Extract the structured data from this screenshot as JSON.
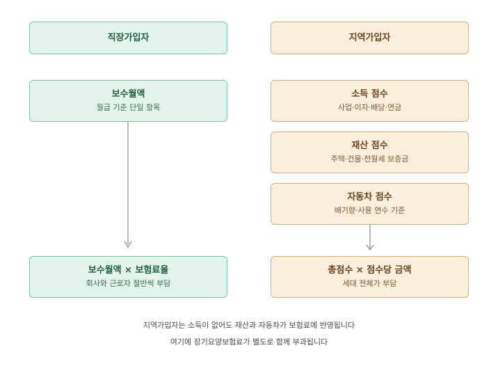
{
  "left": {
    "header": "직장가입자",
    "box1": {
      "title": "보수월액",
      "sub": "월급 기준 단일 항목"
    },
    "result": {
      "title": "보수월액 × 보험료율",
      "sub": "회사와 근로자 절반씩 부담"
    }
  },
  "right": {
    "header": "지역가입자",
    "income": {
      "title": "소득 점수",
      "sub": "사업·이자·배당·연금"
    },
    "property": {
      "title": "재산 점수",
      "sub": "주택·건물·전월세 보증금"
    },
    "car": {
      "title": "자동차 점수",
      "sub": "배기량·사용 연수 기준"
    },
    "result": {
      "title": "총점수 × 점수당 금액",
      "sub": "세대 전체가 부담"
    }
  },
  "footer": {
    "line1": "지역가입자는 소득이 없어도 재산과 자동차가 보험료에 반영됩니다",
    "line2": "여기에 장기요양보험료가 별도로 함께 부과됩니다"
  },
  "colors": {
    "green_fill": "#e3f4ec",
    "green_border": "#7fc2a3",
    "orange_fill": "#fbeedb",
    "orange_border": "#d9ad74",
    "arrow": "#8a8a8a"
  }
}
